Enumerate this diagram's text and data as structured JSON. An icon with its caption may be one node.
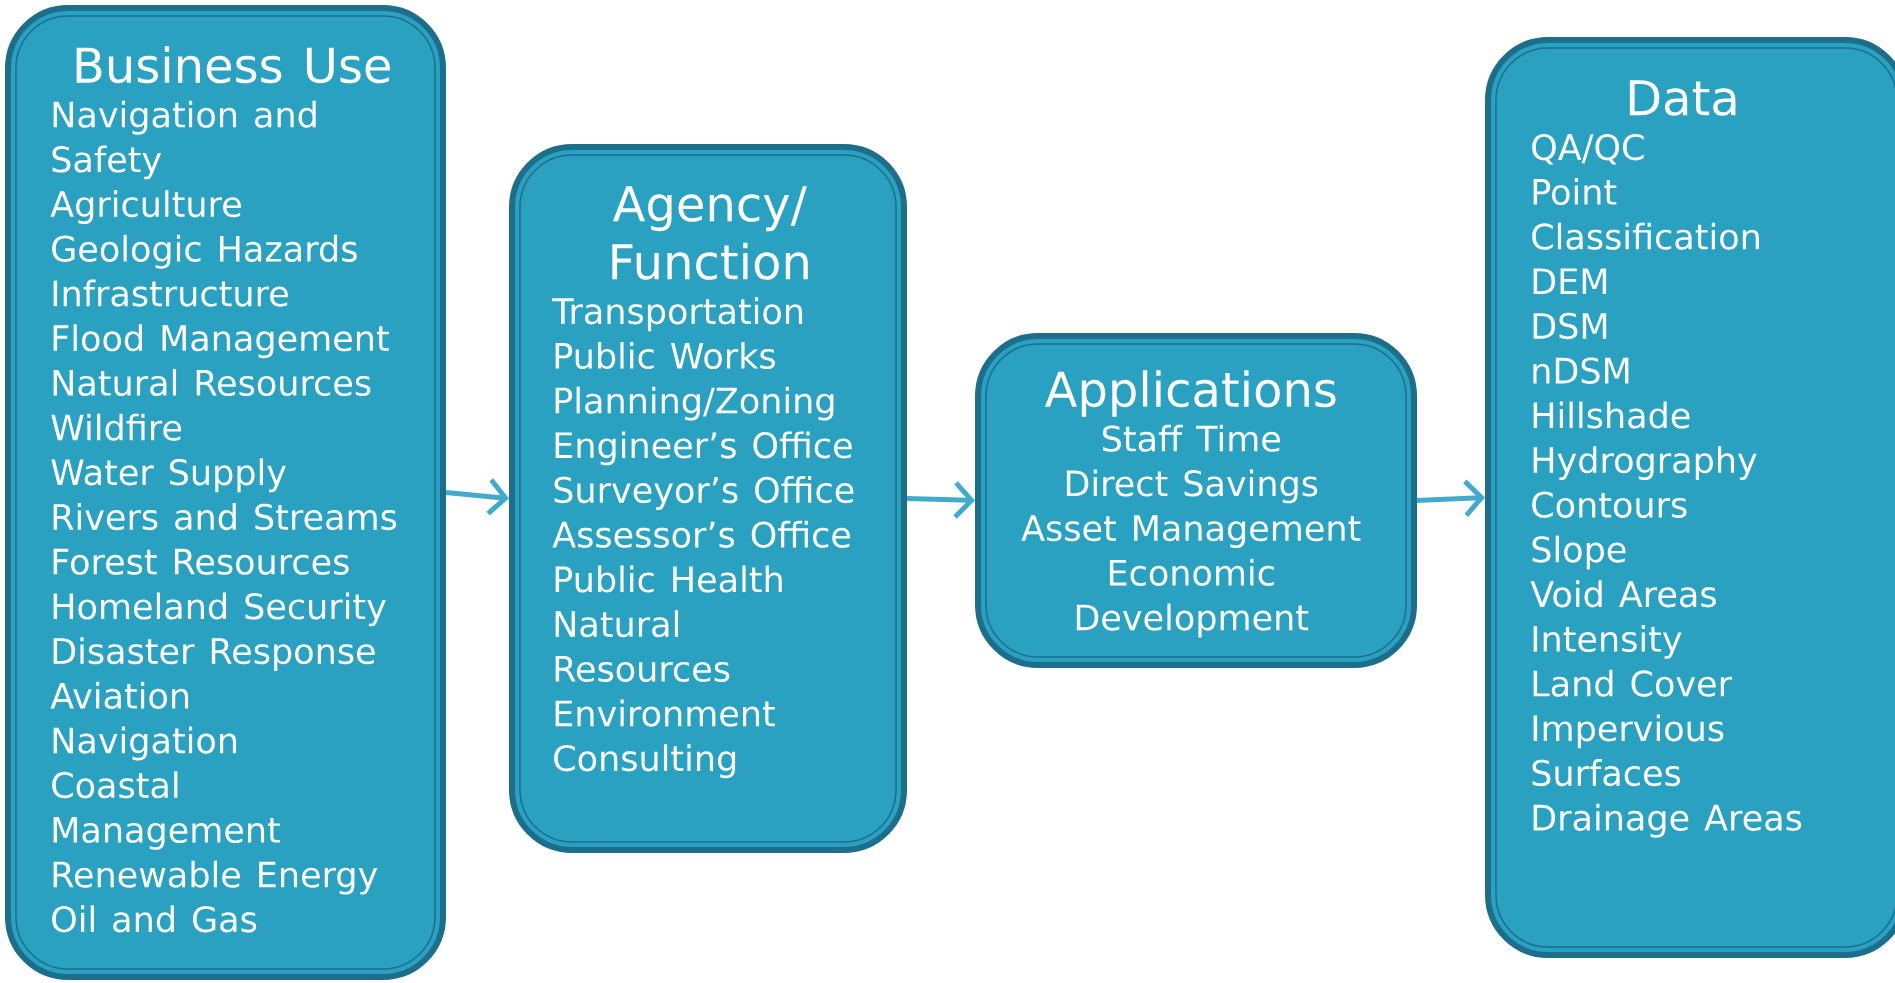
{
  "diagram": {
    "nodes": [
      {
        "text": [
          "Business Use",
          "Navigation and Safety",
          "Agriculture",
          "Geologic Hazards",
          "Infrastructure",
          "Flood Management",
          "Natural Resources",
          "Wildfire",
          "Water Supply",
          "Rivers and Streams",
          "Forest Resources",
          "Homeland Security",
          "Disaster Response",
          "Aviation",
          "Navigation",
          "Coastal Management",
          "Renewable Energy",
          "Oil and Gas"
        ]
      },
      {
        "text": [
          "Agency/ Function",
          "Transportation",
          "Public Works",
          "Planning/Zoning",
          "Engineer’s Office",
          "Surveyor’s Office",
          "Assessor’s Office",
          "Public Health",
          "Natural Resources",
          "Environment",
          "Consulting"
        ]
      },
      {
        "text": [
          "Applications",
          "Staff Time",
          "Direct Savings",
          "Asset Management",
          "Economic Development"
        ]
      },
      {
        "text": [
          "Data",
          "QA/QC",
          "Point Classification",
          "DEM",
          "DSM",
          "nDSM",
          "Hillshade",
          "Hydrography",
          "Contours",
          "Slope",
          "Void Areas",
          "Intensity",
          "Land Cover",
          "Impervious Surfaces",
          "Drainage Areas"
        ]
      }
    ],
    "edges": [
      {
        "from": 0,
        "to": 1,
        "arrow": "to"
      },
      {
        "from": 1,
        "to": 2,
        "arrow": "to"
      },
      {
        "from": 2,
        "to": 3,
        "arrow": "to"
      }
    ]
  }
}
